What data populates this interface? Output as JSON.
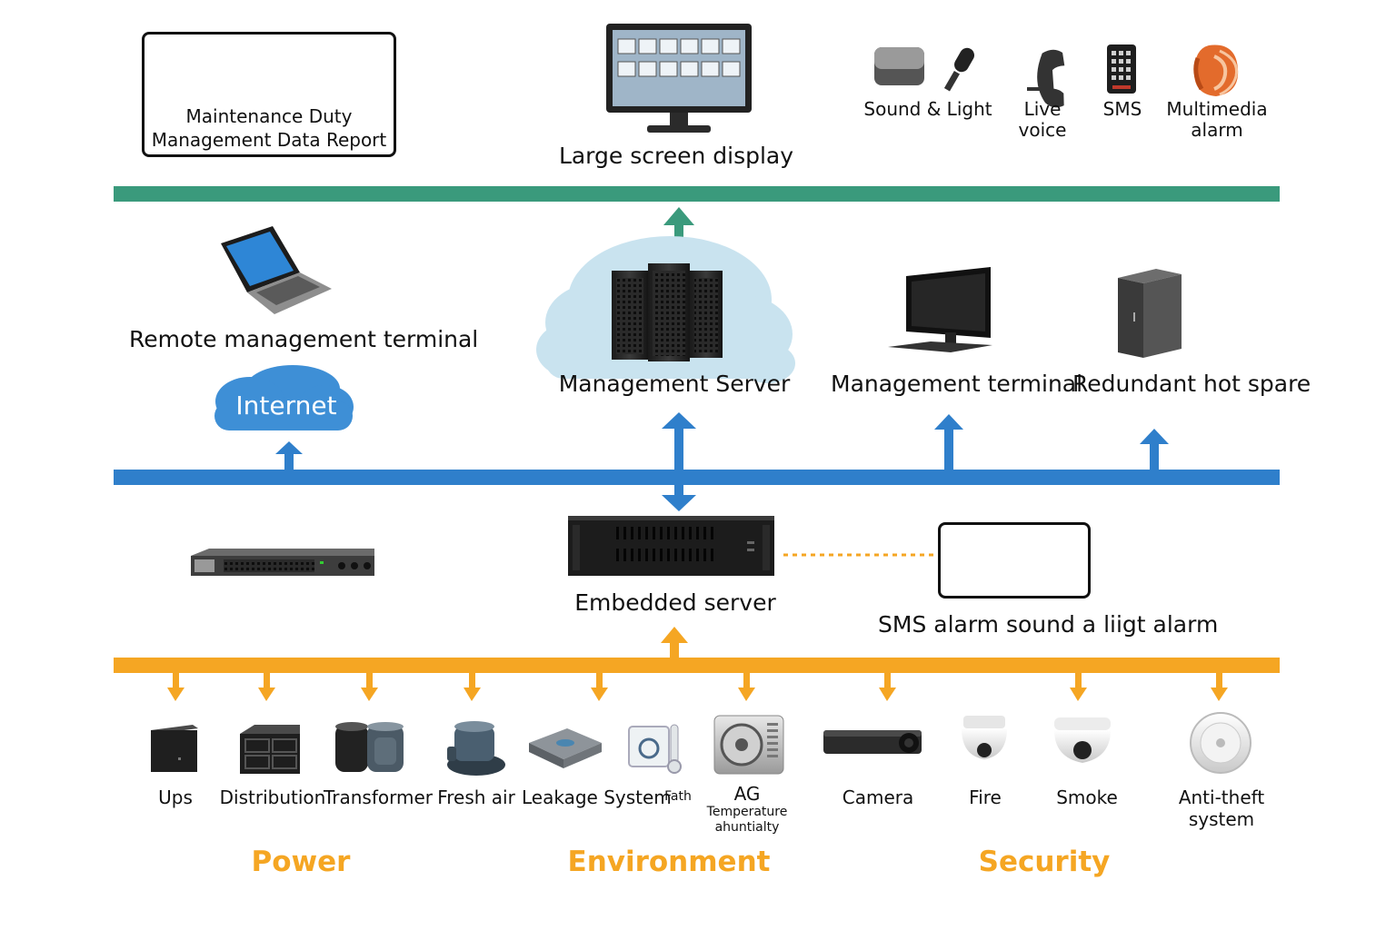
{
  "colors": {
    "top_bus": "#3a9a7c",
    "network_bus": "#2f7fcb",
    "field_bus": "#f5a623",
    "category_text": "#f5a623",
    "cloud_light": "#c9e3ef",
    "cloud_internet": "#3e8fd6",
    "alarm_link": "#f5a623"
  },
  "top_row": {
    "report": {
      "line1": "Maintenance Duty",
      "line2": "Management Data Report",
      "icons": [
        "laptop-icon",
        "people-icon",
        "bar-chart-icon"
      ]
    },
    "large_screen": {
      "label": "Large screen display",
      "icon": "monitor-icon"
    },
    "alarm_outputs": [
      {
        "line1": "Sound & Light",
        "icons": [
          "speaker-icon",
          "microphone-icon"
        ]
      },
      {
        "line1": "Live",
        "line2": "voice",
        "icon": "phone-icon"
      },
      {
        "line1": "SMS",
        "icon": "mobile-phone-icon"
      },
      {
        "line1": "Multimedia",
        "line2": "alarm",
        "icon": "multimedia-alarm-icon"
      }
    ]
  },
  "middle_row": {
    "remote_terminal": {
      "label": "Remote management terminal",
      "icon": "laptop-icon"
    },
    "internet": {
      "label": "Internet",
      "icon": "cloud-icon"
    },
    "management_server": {
      "label": "Management Server",
      "icon": "server-rack-icon"
    },
    "management_terminal": {
      "label": "Management terminal",
      "icon": "monitor-icon"
    },
    "redundant_spare": {
      "label": "Redundant hot spare",
      "icon": "tower-server-icon"
    }
  },
  "lower_row": {
    "network_switch": {
      "icon": "network-switch-icon"
    },
    "embedded_server": {
      "label": "Embedded server",
      "icon": "rack-server-icon"
    },
    "sms_alarm": {
      "label": "SMS alarm sound a liigt alarm",
      "icons": [
        "sms-modem-icon",
        "alarm-siren-icon"
      ]
    }
  },
  "field_devices": [
    {
      "label": "Ups",
      "icon": "ups-icon"
    },
    {
      "label": "Distribution",
      "icon": "distribution-cabinet-icon"
    },
    {
      "label": "Transformer",
      "icon": "transformer-icon"
    },
    {
      "label": "Fresh air",
      "icon": "fresh-air-icon"
    },
    {
      "label": "Leakage System",
      "icon": "leakage-sensor-icon"
    },
    {
      "label": "Fath",
      "icon": "thermometer-icon"
    },
    {
      "line1": "AG",
      "line2": "Temperature",
      "line3": "ahuntialty",
      "icon": "air-conditioner-icon"
    },
    {
      "label": "Camera",
      "icon": "camera-icon"
    },
    {
      "label": "Fire",
      "icon": "fire-detector-icon"
    },
    {
      "label": "Smoke",
      "icon": "smoke-detector-icon"
    },
    {
      "line1": "Anti-theft",
      "line2": "system",
      "icon": "anti-theft-sensor-icon"
    }
  ],
  "categories": [
    "Power",
    "Environment",
    "Security"
  ]
}
